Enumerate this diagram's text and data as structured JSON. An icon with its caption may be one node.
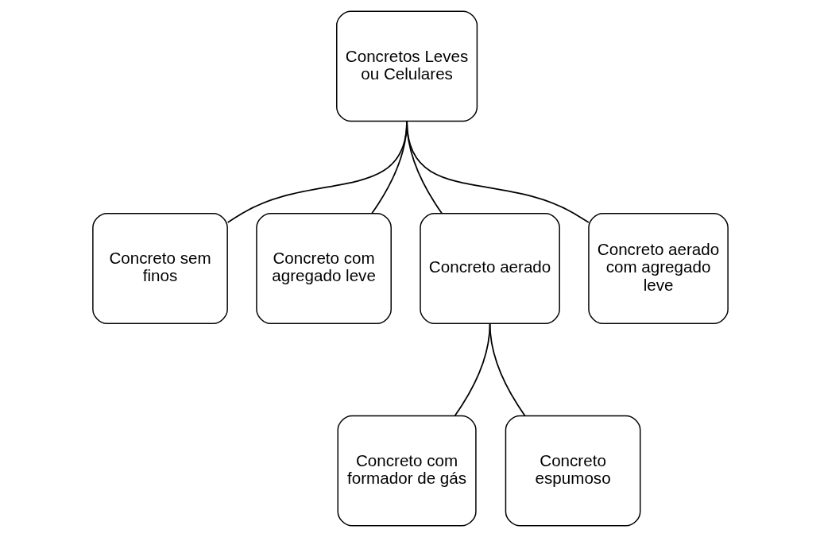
{
  "diagram": {
    "nodes": [
      {
        "text": [
          "Concretos Leves ou Celulares"
        ]
      },
      {
        "text": [
          "Concreto sem finos"
        ]
      },
      {
        "text": [
          "Concreto com agregado leve"
        ]
      },
      {
        "text": [
          "Concreto aerado"
        ]
      },
      {
        "text": [
          "Concreto aerado com agregado leve"
        ]
      },
      {
        "text": [
          "Concreto com formador de gás"
        ]
      },
      {
        "text": [
          "Concreto espumoso"
        ]
      }
    ],
    "edges": [
      {
        "from": 0,
        "to": 1,
        "arrow": "none"
      },
      {
        "from": 0,
        "to": 2,
        "arrow": "none"
      },
      {
        "from": 0,
        "to": 3,
        "arrow": "none"
      },
      {
        "from": 0,
        "to": 4,
        "arrow": "none"
      },
      {
        "from": 3,
        "to": 5,
        "arrow": "none"
      },
      {
        "from": 3,
        "to": 6,
        "arrow": "none"
      }
    ]
  }
}
